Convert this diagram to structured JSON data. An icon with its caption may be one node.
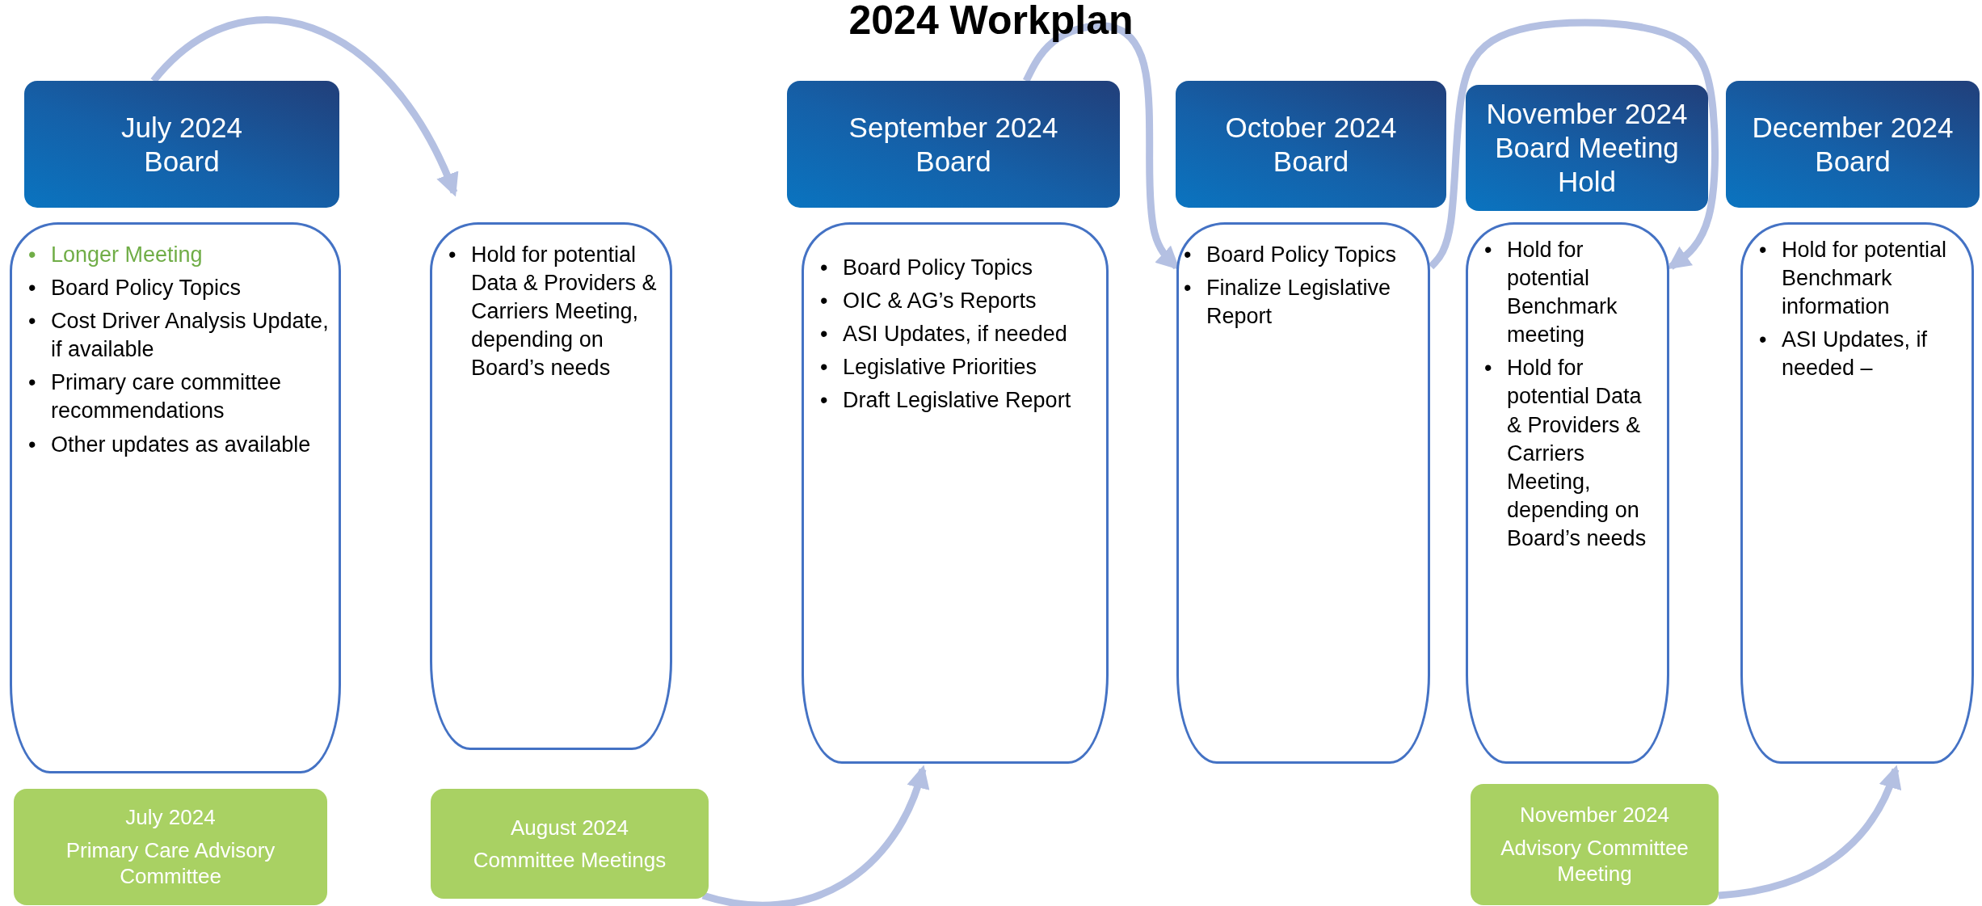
{
  "diagram": {
    "title": "2024 Workplan",
    "nodes": [
      {
        "text": [
          "July 2024 Board"
        ]
      },
      {
        "text": [
          "September 2024 Board"
        ]
      },
      {
        "text": [
          "October 2024 Board"
        ]
      },
      {
        "text": [
          "November 2024 Board Meeting Hold"
        ]
      },
      {
        "text": [
          "December 2024 Board"
        ]
      },
      {
        "text": [
          "• Longer Meeting",
          "• Board Policy Topics",
          "• Cost Driver Analysis Update, if available",
          "• Primary care committee recommendations",
          "• Other updates as available"
        ]
      },
      {
        "text": [
          "• Hold for potential Data & Providers & Carriers Meeting, depending on Board’s needs"
        ]
      },
      {
        "text": [
          "• Board Policy Topics",
          "• OIC & AG’s Reports",
          "• ASI Updates, if needed",
          "• Legislative Priorities",
          "• Draft Legislative Report"
        ]
      },
      {
        "text": [
          "• Board Policy Topics",
          "• Finalize Legislative Report"
        ]
      },
      {
        "text": [
          "• Hold for potential Benchmark meeting",
          "• Hold for potential Data & Providers & Carriers Meeting, depending on Board’s needs"
        ]
      },
      {
        "text": [
          "• Hold for potential Benchmark information",
          "• ASI Updates, if needed –"
        ]
      },
      {
        "text": [
          "July 2024",
          "Primary Care Advisory Committee"
        ]
      },
      {
        "text": [
          "August 2024",
          "Committee Meetings"
        ]
      },
      {
        "text": [
          "November 2024",
          "Advisory Committee Meeting"
        ]
      }
    ],
    "edges": [
      {
        "from": 0,
        "to": 6,
        "arrow": "to"
      },
      {
        "from": 12,
        "to": 7,
        "arrow": "to"
      },
      {
        "from": 1,
        "to": 8,
        "arrow": "to"
      },
      {
        "from": 8,
        "to": 9,
        "arrow": "to"
      },
      {
        "from": 13,
        "to": 10,
        "arrow": "to"
      }
    ]
  }
}
